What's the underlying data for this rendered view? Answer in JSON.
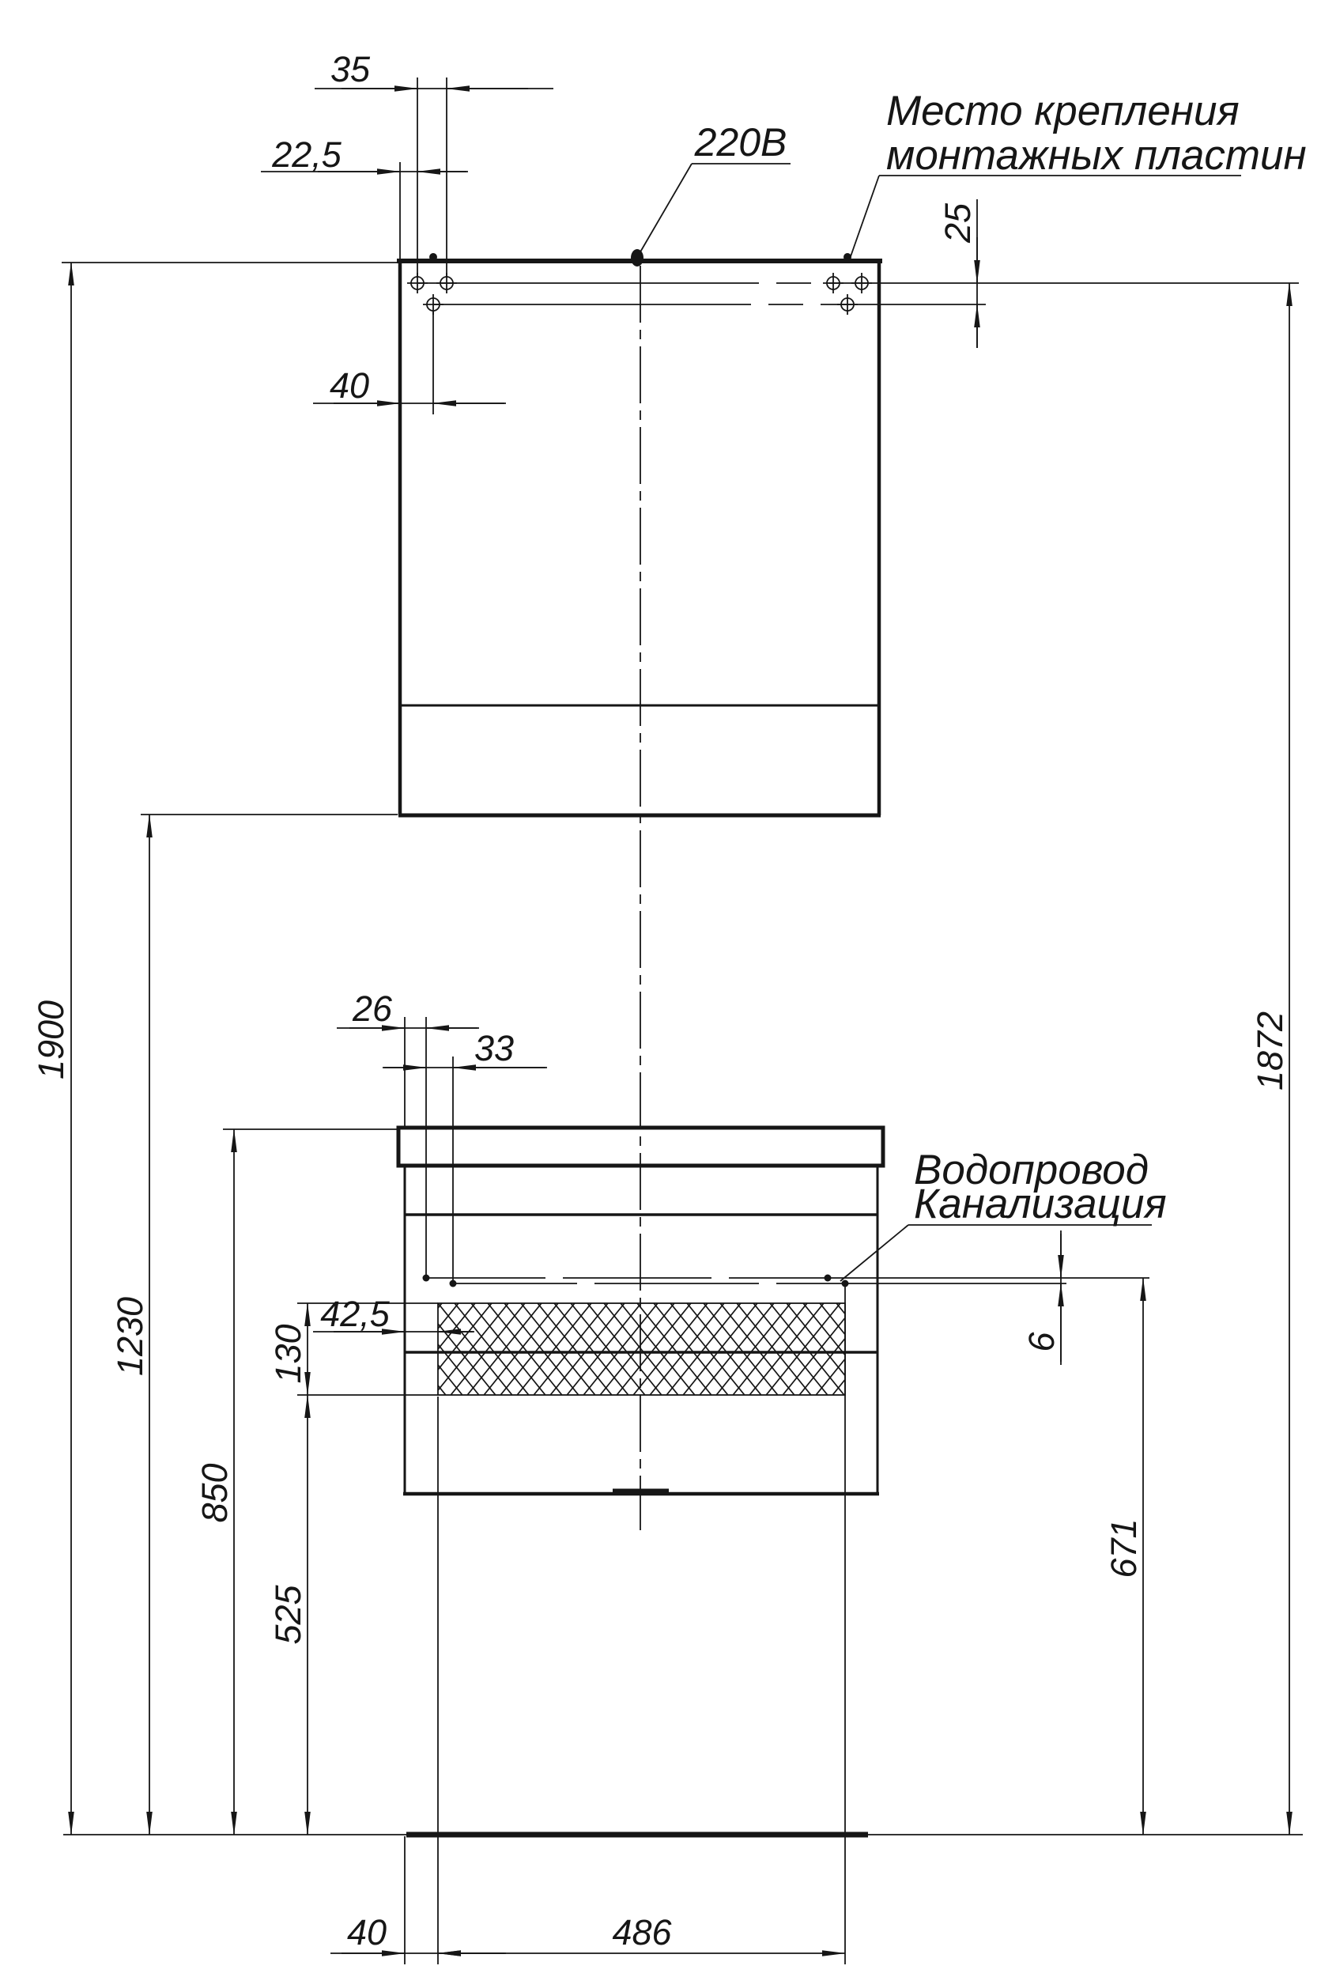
{
  "colors": {
    "ink": "#161616",
    "background": "#ffffff"
  },
  "annotations": {
    "power": "220В",
    "mounting_line1": "Место крепления",
    "mounting_line2": "монтажных пластин",
    "water_supply": "Водопровод",
    "sewerage": "Канализация"
  },
  "dimensions": {
    "hole_offset_35": "35",
    "hole_offset_22_5": "22,5",
    "hole_offset_40": "40",
    "plate_row_gap_25": "25",
    "pipe_offset_26": "26",
    "pipe_offset_33": "33",
    "opening_offset_42_5": "42,5",
    "opening_height_130": "130",
    "pipe_gap_6": "6",
    "total_height_1900": "1900",
    "cabinet_bottom_height_1230": "1230",
    "vanity_top_height_850": "850",
    "opening_bottom_height_525": "525",
    "pipe_height_671": "671",
    "plate_height_1872": "1872",
    "floor_offset_40": "40",
    "opening_width_486": "486"
  }
}
